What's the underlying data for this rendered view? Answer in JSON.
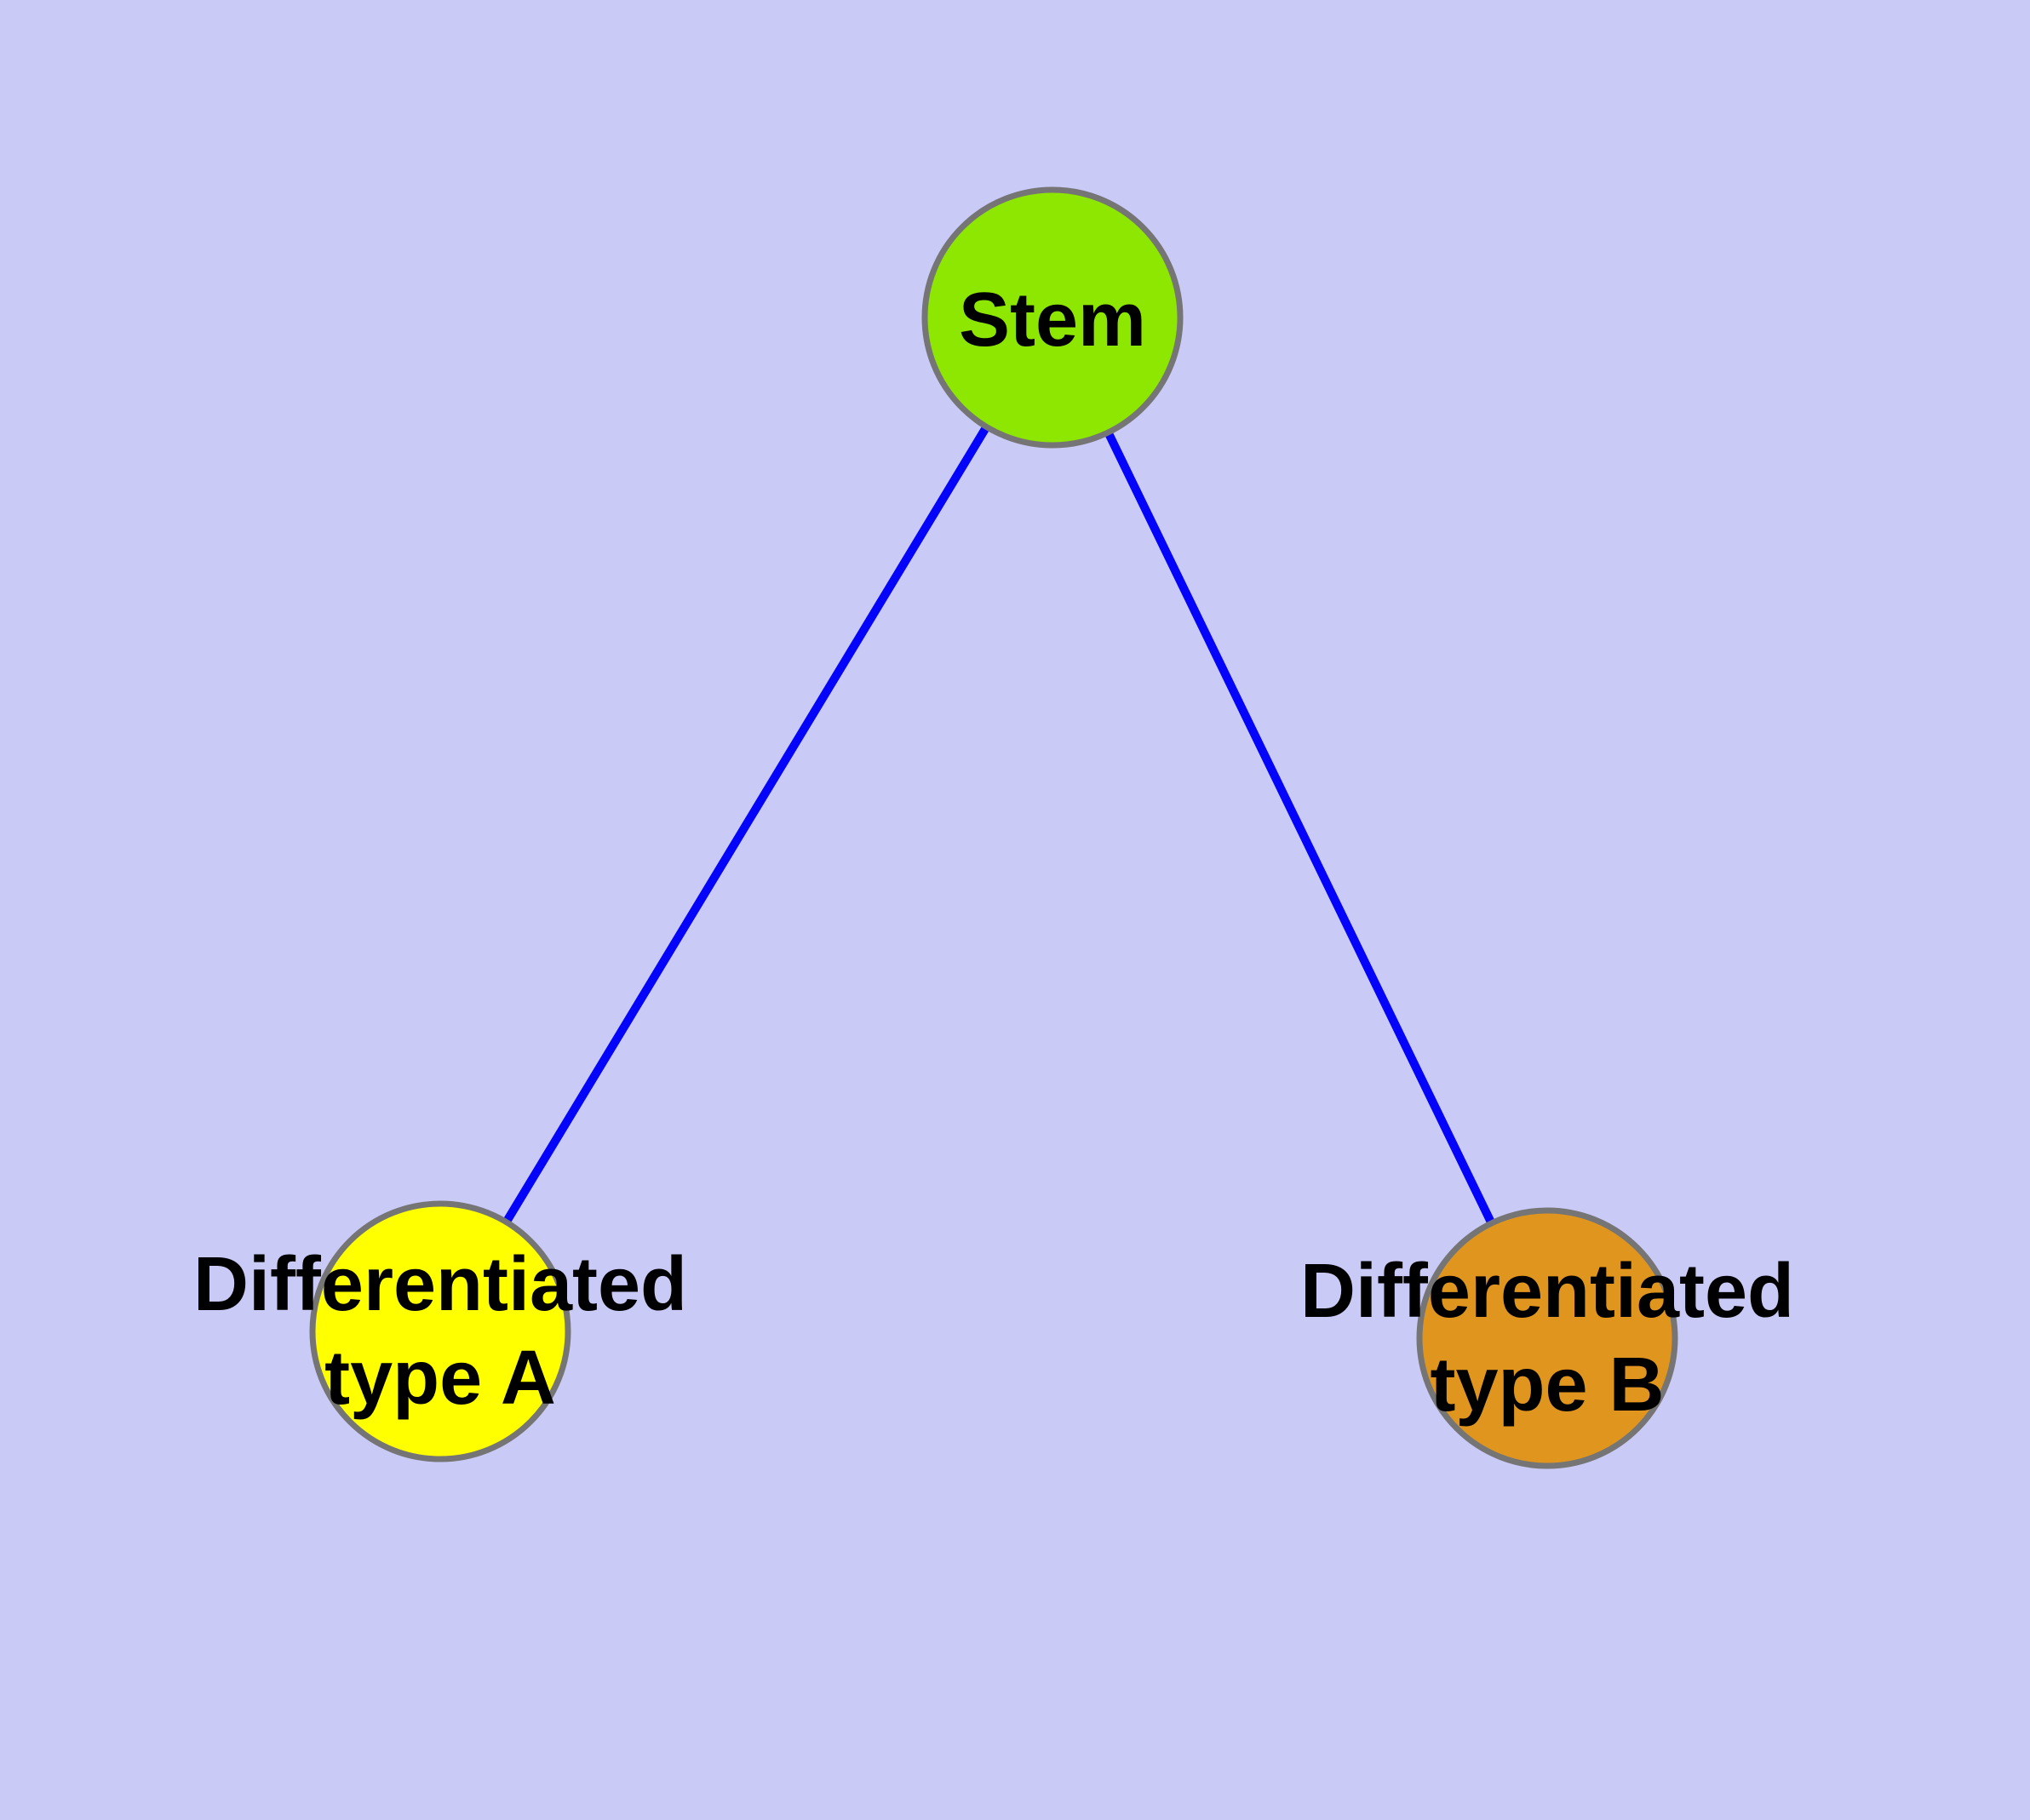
{
  "diagram": {
    "background_color": "#cacaf7",
    "text_color": "#000000",
    "edge_color": "#0404fa",
    "node_border_color": "#757575",
    "nodes": {
      "stem": {
        "label": "Stem",
        "fill": "#8ee700"
      },
      "type_a": {
        "label_line1": "Differentiated",
        "label_line2": "type A",
        "fill": "#ffff00"
      },
      "type_b": {
        "label_line1": "Differentiated",
        "label_line2": "type B",
        "fill": "#e0961e"
      }
    },
    "edges": [
      {
        "from": "Stem",
        "to": "Differentiated type A"
      },
      {
        "from": "Stem",
        "to": "Differentiated type B"
      }
    ]
  }
}
